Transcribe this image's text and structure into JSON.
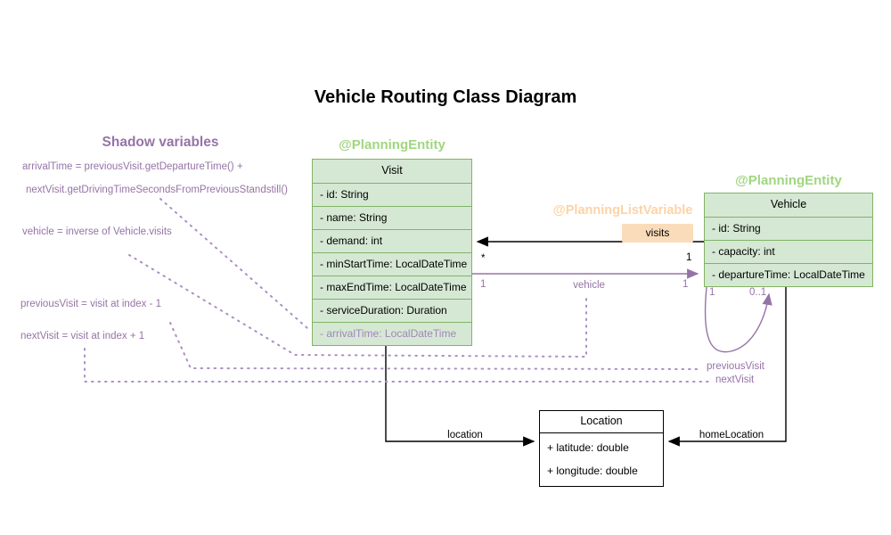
{
  "title": "Vehicle Routing Class Diagram",
  "colors": {
    "green_fill": "#d5e8d4",
    "green_border": "#82b366",
    "green_annotation": "#a0d67f",
    "purple": "#9673a6",
    "purple_light": "#a385bb",
    "orange_annotation": "#fcd3a7",
    "orange_badge_fill": "#fbdcba"
  },
  "shadow_panel": {
    "heading": "Shadow variables",
    "lines": [
      "arrivalTime = previousVisit.getDepartureTime() +",
      "nextVisit.getDrivingTimeSecondsFromPreviousStandstill()",
      "vehicle = inverse of Vehicle.visits",
      "previousVisit = visit at index - 1",
      "nextVisit = visit at index + 1"
    ]
  },
  "visit_class": {
    "annotation": "@PlanningEntity",
    "name": "Visit",
    "attributes": [
      "- id: String",
      "- name: String",
      "- demand: int",
      "- minStartTime: LocalDateTime",
      "- maxEndTime: LocalDateTime",
      "- serviceDuration: Duration",
      "- arrivalTime: LocalDateTime"
    ]
  },
  "vehicle_class": {
    "annotation": "@PlanningEntity",
    "name": "Vehicle",
    "attributes": [
      "- id: String",
      "- capacity: int",
      "- departureTime: LocalDateTime"
    ]
  },
  "location_class": {
    "name": "Location",
    "attributes": [
      "+ latitude: double",
      "+ longitude: double"
    ]
  },
  "relations": {
    "visits": {
      "annotation": "@PlanningListVariable",
      "label": "visits",
      "visit_multiplicity": "*",
      "vehicle_multiplicity": "1"
    },
    "vehicle": {
      "label": "vehicle",
      "left_multiplicity": "1",
      "right_multiplicity": "1"
    },
    "vehicle_loop": {
      "left_multiplicity": "1",
      "right_multiplicity": "0..1"
    },
    "location": {
      "label": "location"
    },
    "home_location": {
      "label": "homeLocation"
    },
    "previous_visit": {
      "label": "previousVisit"
    },
    "next_visit": {
      "label": "nextVisit"
    }
  }
}
